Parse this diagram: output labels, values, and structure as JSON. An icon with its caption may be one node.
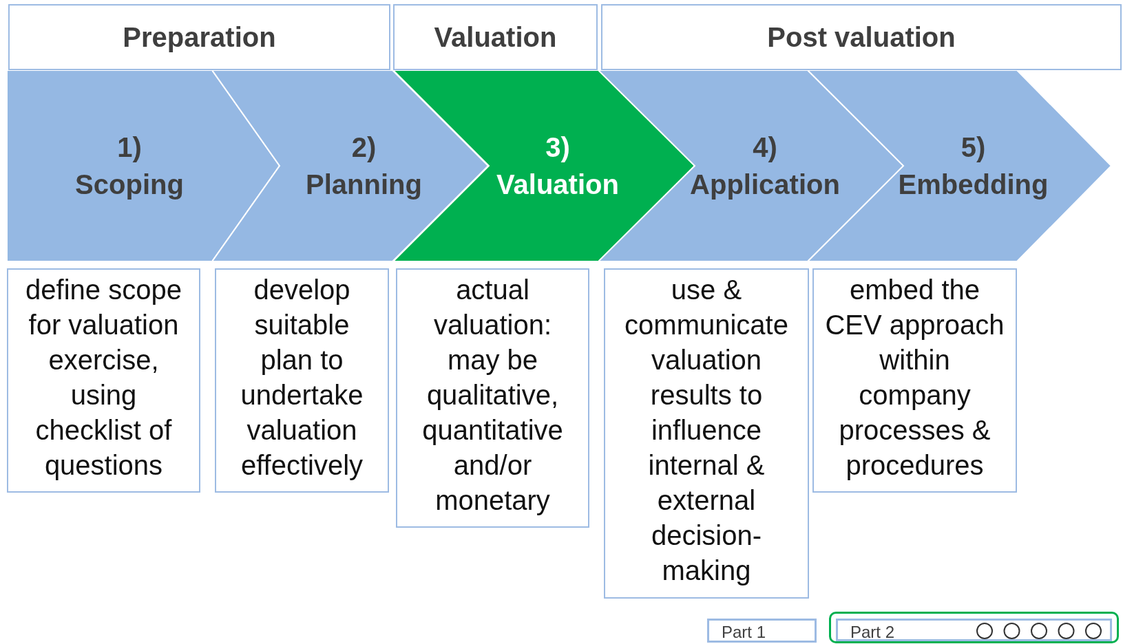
{
  "diagram": {
    "nodes": [
      {
        "text": [
          "Preparation"
        ]
      },
      {
        "text": [
          "Valuation"
        ]
      },
      {
        "text": [
          "Post valuation"
        ]
      },
      {
        "text": [
          "1) Scoping"
        ]
      },
      {
        "text": [
          "2) Planning"
        ]
      },
      {
        "text": [
          "3) Valuation"
        ]
      },
      {
        "text": [
          "4) Application"
        ]
      },
      {
        "text": [
          "5) Embedding"
        ]
      },
      {
        "text": [
          "define scope for valuation exercise, using checklist of questions"
        ]
      },
      {
        "text": [
          "develop suitable plan to undertake valuation effectively"
        ]
      },
      {
        "text": [
          "actual valuation: may be qualitative, quantitative and/or monetary"
        ]
      },
      {
        "text": [
          "use & communicate valuation results to influence internal & external decision-making"
        ]
      },
      {
        "text": [
          "embed the CEV approach within company processes & procedures"
        ]
      },
      {
        "text": [
          "Part 1"
        ]
      },
      {
        "text": [],
        "shape": "box"
      },
      {
        "text": [
          "Part 2"
        ],
        "in": 14
      }
    ],
    "edges": []
  }
}
